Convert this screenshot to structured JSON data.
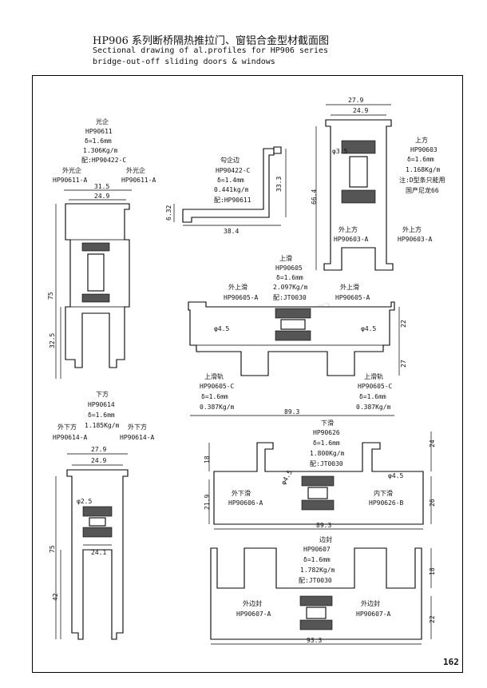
{
  "header": {
    "title": "HP906  系列断桥隔热推拉门、窗铝合金型材截面图",
    "subtitle_en_1": "Sectional drawing of al.profiles for HP906 series",
    "subtitle_en_2": "bridge-out-off sliding doors & windows"
  },
  "page_number": "162",
  "watermark": "www.mfcad.com",
  "gkq": {
    "name": "光企",
    "code": "HP90611",
    "t": "δ=1.6mm",
    "w": "1.306Kg/m",
    "pei": "配:HP90422-C",
    "left_name": "外光企",
    "left_code": "HP90611-A",
    "right_name": "外光企",
    "right_code": "HP90611-A",
    "d1": "31.5",
    "d2": "24.9",
    "d3": "75",
    "d4": "32.5"
  },
  "gqb": {
    "name": "勾企边",
    "code": "HP90422-C",
    "t": "δ=1.4mm",
    "w": "0.441kg/m",
    "pei": "配:HP90611",
    "d1": "6.32",
    "d2": "33.3",
    "d3": "38.4"
  },
  "sf": {
    "d1": "27.9",
    "d2": "24.9",
    "d3": "φ3.5",
    "d4": "66.4",
    "name": "上方",
    "code": "HP90603",
    "t": "δ=1.6mm",
    "w": "1.168Kg/m",
    "note1": "注:D型条只能用",
    "note2": "国产尼龙66",
    "a_name_l": "外上方",
    "a_code_l": "HP90603-A",
    "a_name_r": "外上方",
    "a_code_r": "HP90603-A"
  },
  "sh": {
    "name": "上滑",
    "code": "HP90605",
    "t": "δ=1.6mm",
    "w": "2.097Kg/m",
    "pei": "配:JT0030",
    "l_name": "外上滑",
    "l_code": "HP90605-A",
    "r_name": "外上滑",
    "r_code": "HP90605-A",
    "dl": "φ4.5",
    "dr": "φ4.5",
    "h1": "22",
    "h2": "27",
    "width": "89.3",
    "g_l_name": "上滑轨",
    "g_l_code": "HP90605-C",
    "g_l_t": "δ=1.6mm",
    "g_l_w": "0.387Kg/m",
    "g_r_name": "上滑轨",
    "g_r_code": "HP90605-C",
    "g_r_t": "δ=1.6mm",
    "g_r_w": "0.387Kg/m"
  },
  "xf": {
    "name": "下方",
    "code": "HP90614",
    "t": "δ=1.6mm",
    "w": "1.185Kg/m",
    "l_name": "外下方",
    "l_code": "HP90614-A",
    "r_name": "外下方",
    "r_code": "HP90614-A",
    "d1": "27.9",
    "d2": "24.9",
    "d3": "φ2.5",
    "d4": "24.1",
    "d5": "75",
    "d6": "42"
  },
  "xh": {
    "name": "下滑",
    "code": "HP90626",
    "t": "δ=1.6mm",
    "w": "1.800Kg/m",
    "pei": "配:JT0030",
    "l_name": "外下滑",
    "l_code": "HP90606-A",
    "r_name": "内下滑",
    "r_code": "HP90626-B",
    "d_l": "φ4.5",
    "d_r": "φ4.5",
    "h1": "18",
    "h2": "24",
    "h3": "21.9",
    "h4": "26",
    "width": "89.3"
  },
  "bf": {
    "name": "边封",
    "code": "HP90607",
    "t": "δ=1.6mm",
    "w": "1.782Kg/m",
    "pei": "配:JT0030",
    "l_name": "外边封",
    "l_code": "HP90607-A",
    "r_name": "外边封",
    "r_code": "HP90607-A",
    "h1": "18",
    "h2": "22",
    "width": "93.3"
  }
}
